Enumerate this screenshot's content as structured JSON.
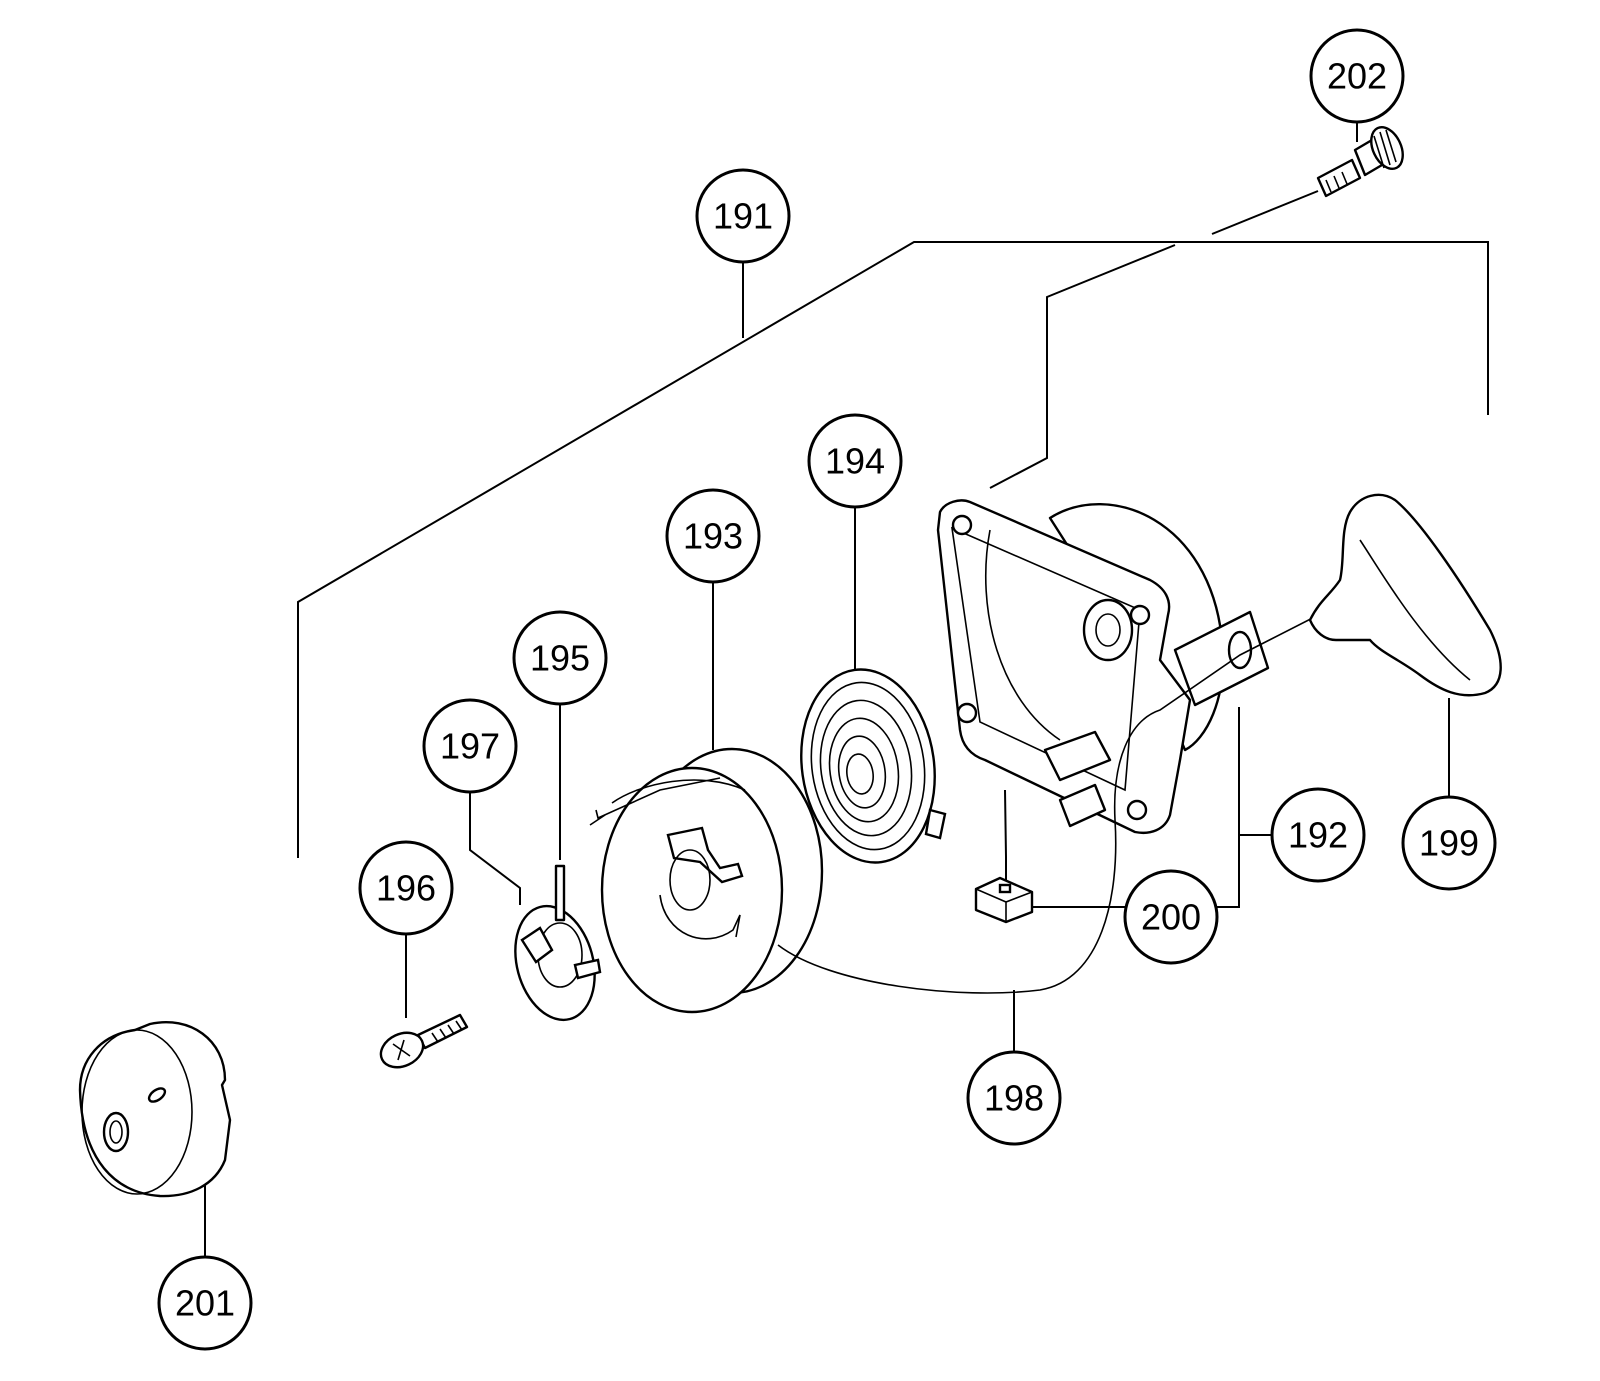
{
  "callouts": {
    "c191": "191",
    "c192": "192",
    "c193": "193",
    "c194": "194",
    "c195": "195",
    "c196": "196",
    "c197": "197",
    "c198": "198",
    "c199": "199",
    "c200": "200",
    "c201": "201",
    "c202": "202"
  }
}
